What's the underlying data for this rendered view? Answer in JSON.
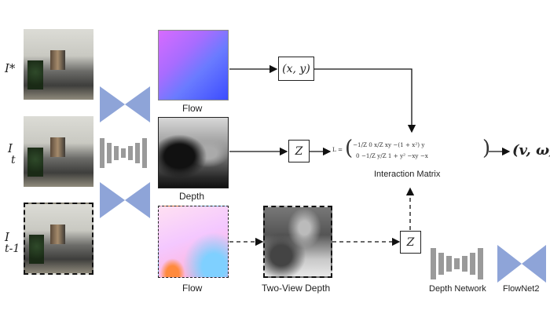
{
  "inputs": {
    "i_star": "I*",
    "i_t_base": "I",
    "i_t_sub": "t",
    "i_t1_base": "I",
    "i_t1_sub": "t-1"
  },
  "outputs": {
    "flow_top": "Flow",
    "depth": "Depth",
    "flow_bottom": "Flow",
    "two_view_depth": "Two-View Depth"
  },
  "boxes": {
    "xy": "(x, y)",
    "z_top": "Z",
    "z_bottom": "Z"
  },
  "matrix": {
    "prefix": "L =",
    "row1": "−1/Z    0    x/Z    xy    −(1 + x²)    y",
    "row2": "0    −1/Z    y/Z    1 + y²    −xy    −x",
    "label": "Interaction Matrix"
  },
  "result": "(v, ω)",
  "legend": {
    "depth_network": "Depth Network",
    "flownet2": "FlowNet2"
  },
  "colors": {
    "flownet_triangle": "#8ea4d8",
    "depthnet_bar": "#9a9a9a",
    "arrow": "#111111"
  }
}
